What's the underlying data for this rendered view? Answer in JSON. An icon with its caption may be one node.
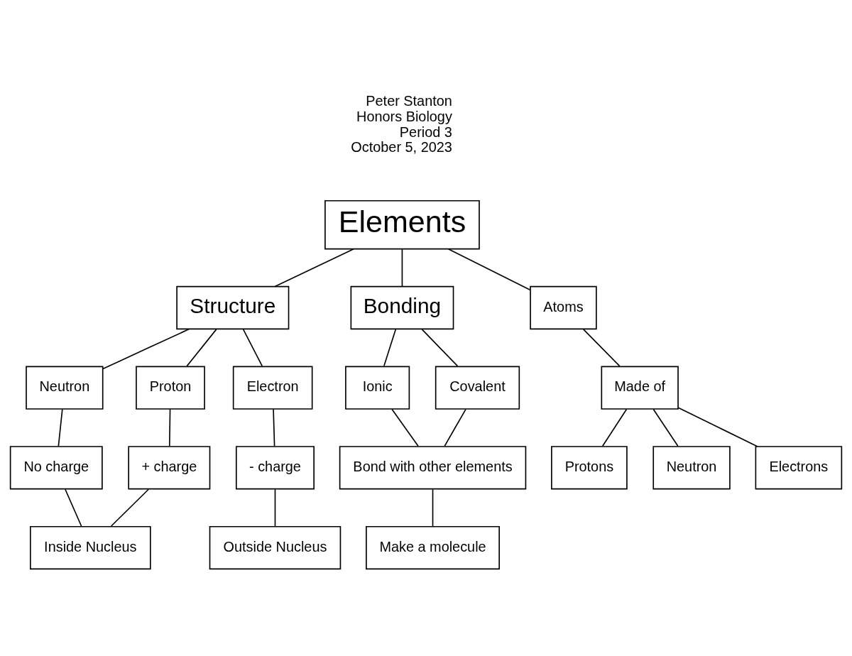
{
  "diagram": {
    "nodes": [
      {
        "text": [
          "Elements"
        ]
      },
      {
        "text": [
          "Structure"
        ]
      },
      {
        "text": [
          "Bonding"
        ]
      },
      {
        "text": [
          "Atoms"
        ]
      },
      {
        "text": [
          "Neutron"
        ]
      },
      {
        "text": [
          "Proton"
        ]
      },
      {
        "text": [
          "Electron"
        ]
      },
      {
        "text": [
          "Ionic"
        ]
      },
      {
        "text": [
          "Covalent"
        ]
      },
      {
        "text": [
          "Made of"
        ]
      },
      {
        "text": [
          "No charge"
        ]
      },
      {
        "text": [
          "+ charge"
        ]
      },
      {
        "text": [
          "- charge"
        ]
      },
      {
        "text": [
          "Bond with other elements"
        ]
      },
      {
        "text": [
          "Protons"
        ]
      },
      {
        "text": [
          "Neutron"
        ]
      },
      {
        "text": [
          "Electrons"
        ]
      },
      {
        "text": [
          "Inside Nucleus"
        ]
      },
      {
        "text": [
          "Outside Nucleus"
        ]
      },
      {
        "text": [
          "Make a molecule"
        ]
      }
    ],
    "edges": [
      {
        "from": 0,
        "to": 1,
        "arrow": "none"
      },
      {
        "from": 0,
        "to": 2,
        "arrow": "none"
      },
      {
        "from": 0,
        "to": 3,
        "arrow": "none"
      },
      {
        "from": 1,
        "to": 4,
        "arrow": "none"
      },
      {
        "from": 1,
        "to": 5,
        "arrow": "none"
      },
      {
        "from": 1,
        "to": 6,
        "arrow": "none"
      },
      {
        "from": 2,
        "to": 7,
        "arrow": "none"
      },
      {
        "from": 2,
        "to": 8,
        "arrow": "none"
      },
      {
        "from": 3,
        "to": 9,
        "arrow": "none"
      },
      {
        "from": 4,
        "to": 10,
        "arrow": "none"
      },
      {
        "from": 5,
        "to": 11,
        "arrow": "none"
      },
      {
        "from": 6,
        "to": 12,
        "arrow": "none"
      },
      {
        "from": 7,
        "to": 13,
        "arrow": "none"
      },
      {
        "from": 8,
        "to": 13,
        "arrow": "none"
      },
      {
        "from": 9,
        "to": 14,
        "arrow": "none"
      },
      {
        "from": 9,
        "to": 15,
        "arrow": "none"
      },
      {
        "from": 9,
        "to": 16,
        "arrow": "none"
      },
      {
        "from": 10,
        "to": 17,
        "arrow": "none"
      },
      {
        "from": 11,
        "to": 17,
        "arrow": "none"
      },
      {
        "from": 12,
        "to": 18,
        "arrow": "none"
      },
      {
        "from": 13,
        "to": 19,
        "arrow": "none"
      }
    ],
    "labels": [
      "Peter Stanton",
      "Honors Biology",
      "Period 3",
      "October 5, 2023"
    ]
  }
}
